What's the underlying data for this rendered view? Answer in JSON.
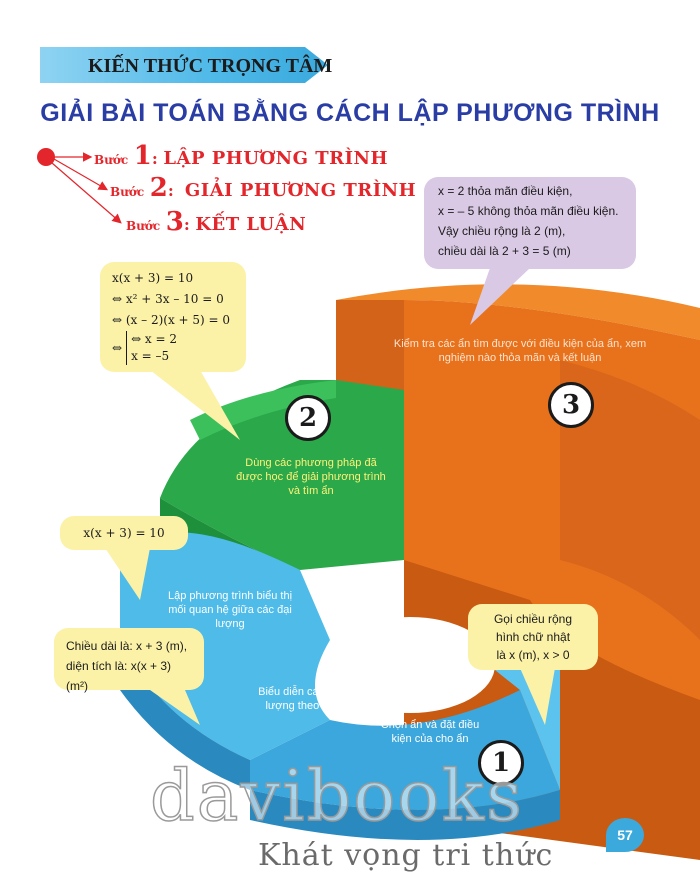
{
  "header": {
    "section_label": "KIẾN THỨC TRỌNG TÂM",
    "title": "GIẢI BÀI TOÁN BẰNG CÁCH LẬP PHƯƠNG TRÌNH"
  },
  "steps": [
    {
      "label": "Bước",
      "number": "1",
      "colon": ":",
      "text": "LẬP PHƯƠNG TRÌNH"
    },
    {
      "label": "Bước",
      "number": "2",
      "colon": ":",
      "text": "GIẢI PHƯƠNG TRÌNH"
    },
    {
      "label": "Bước",
      "number": "3",
      "colon": ":",
      "text": "KẾT LUẬN"
    }
  ],
  "bubbles": {
    "conclusion_lines": [
      "x = 2 thỏa mãn điều kiện,",
      "x = – 5 không thỏa mãn điều kiện.",
      "Vậy chiều rộng là 2 (m),",
      "chiều dài là 2 + 3 = 5 (m)"
    ],
    "solve_lines": [
      "x(x + 3) = 10",
      "⇔ x² + 3x – 10 = 0",
      "⇔ (x – 2)(x + 5) = 0",
      "⇔ x = 2",
      "x = –5"
    ],
    "equation": "x(x + 3) = 10",
    "express_lines": [
      "Chiều dài là: x + 3 (m),",
      "diện tích là: x(x + 3) (m²)"
    ],
    "unknown_lines": [
      "Gọi chiều rộng",
      "hình chữ nhật",
      "là x (m), x > 0"
    ]
  },
  "chart": {
    "seg3_text": "Kiểm tra các ẩn tìm được với điều kiện của ẩn, xem nghiệm nào thỏa mãn và kết luận",
    "seg2_text": "Dùng các phương pháp đã được học để giải phương trình và tìm ẩn",
    "seg1a_text": "Lập phương trình biểu thị mối quan hệ giữa các đại lượng",
    "seg1b_text": "Biểu diễn các đại lượng theo ẩn",
    "seg1c_text": "Chọn ẩn và đặt điều kiện của cho ẩn",
    "num1": "1",
    "num2": "2",
    "num3": "3"
  },
  "footer": {
    "page_number": "57",
    "watermark": "davibooks",
    "tagline": "Khát vọng tri thức"
  },
  "colors": {
    "title_blue": "#2a3da5",
    "step_red": "#e3262b",
    "orange": "#e8721c",
    "green": "#2aa84a",
    "blue": "#3ba7dc",
    "bubble_yellow": "#fbf2a8",
    "bubble_purple": "#d9c9e4"
  }
}
